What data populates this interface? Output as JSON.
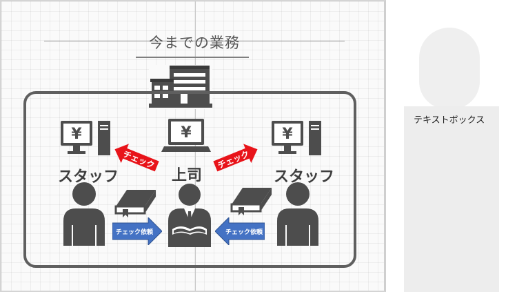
{
  "slide": {
    "title": "今までの業務",
    "staff_left_label": "スタッフ",
    "staff_right_label": "スタッフ",
    "boss_label": "上司",
    "check_left": "チェック",
    "check_right": "チェック",
    "request_left": "チェック依頼",
    "request_right": "チェック依頼",
    "yen_symbol": "¥"
  },
  "side_panel": {
    "textbox_caption": "テキストボックス"
  },
  "colors": {
    "check_arrow": "#e8141a",
    "request_arrow": "#4472c4",
    "icon_dark": "#4d4d4d"
  }
}
